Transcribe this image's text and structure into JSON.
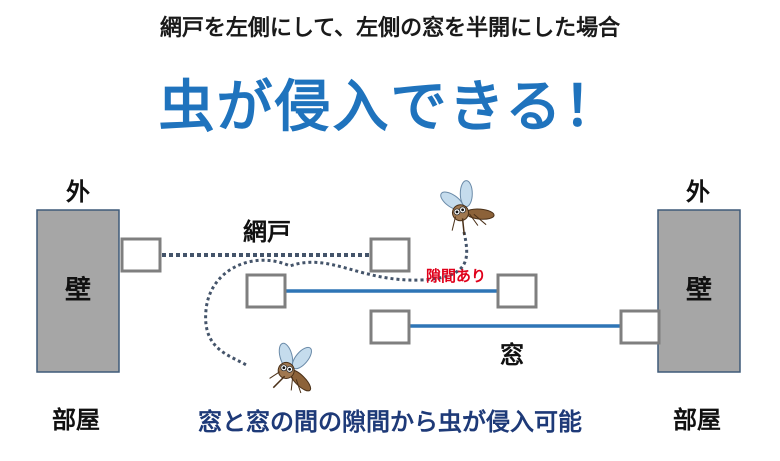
{
  "heading": "網戸を左側にして、左側の窓を半開にした場合",
  "headline": "虫が侵入できる！",
  "outside_left": "外",
  "outside_right": "外",
  "wall_left": "壁",
  "wall_right": "壁",
  "room_left": "部屋",
  "room_right": "部屋",
  "screen_label": "網戸",
  "gap_label": "隙間あり",
  "window_label": "窓",
  "caption": "窓と窓の間の隙間から虫が侵入可能",
  "colors": {
    "headline": "#1f73bd",
    "caption": "#1e3a78",
    "wall_fill": "#a6a6a6",
    "wall_stroke": "#3f5a78",
    "track_frame": "#7f7f7f",
    "window_line": "#2e75b6",
    "screen_dots": "#44546a",
    "gap_label": "#e0001b"
  },
  "icons": [
    "mosquito-icon",
    "mosquito-icon"
  ]
}
